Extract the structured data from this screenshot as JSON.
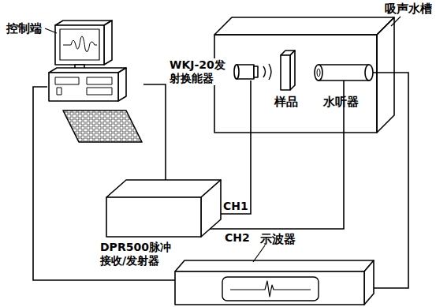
{
  "diagram": {
    "nodes": [
      {
        "text": [
          "控制端"
        ]
      },
      {
        "text": [
          "吸声水槽"
        ]
      },
      {
        "text": [
          "WKJ-20发射换能器"
        ],
        "in": 1
      },
      {
        "text": [
          "样品"
        ],
        "in": 1
      },
      {
        "text": [
          "水听器"
        ],
        "in": 1
      },
      {
        "text": [
          "DPR500脉冲 接收/发射器"
        ]
      },
      {
        "text": [
          "示波器"
        ]
      }
    ],
    "edges": [
      {
        "from": 0,
        "to": 5,
        "arrow": "none"
      },
      {
        "from": 0,
        "to": 6,
        "arrow": "none"
      },
      {
        "from": 2,
        "to": 5,
        "label": "CH1",
        "arrow": "none"
      },
      {
        "from": 4,
        "to": 5,
        "label": "CH2",
        "arrow": "none"
      },
      {
        "from": 4,
        "to": 6,
        "arrow": "none"
      }
    ]
  }
}
